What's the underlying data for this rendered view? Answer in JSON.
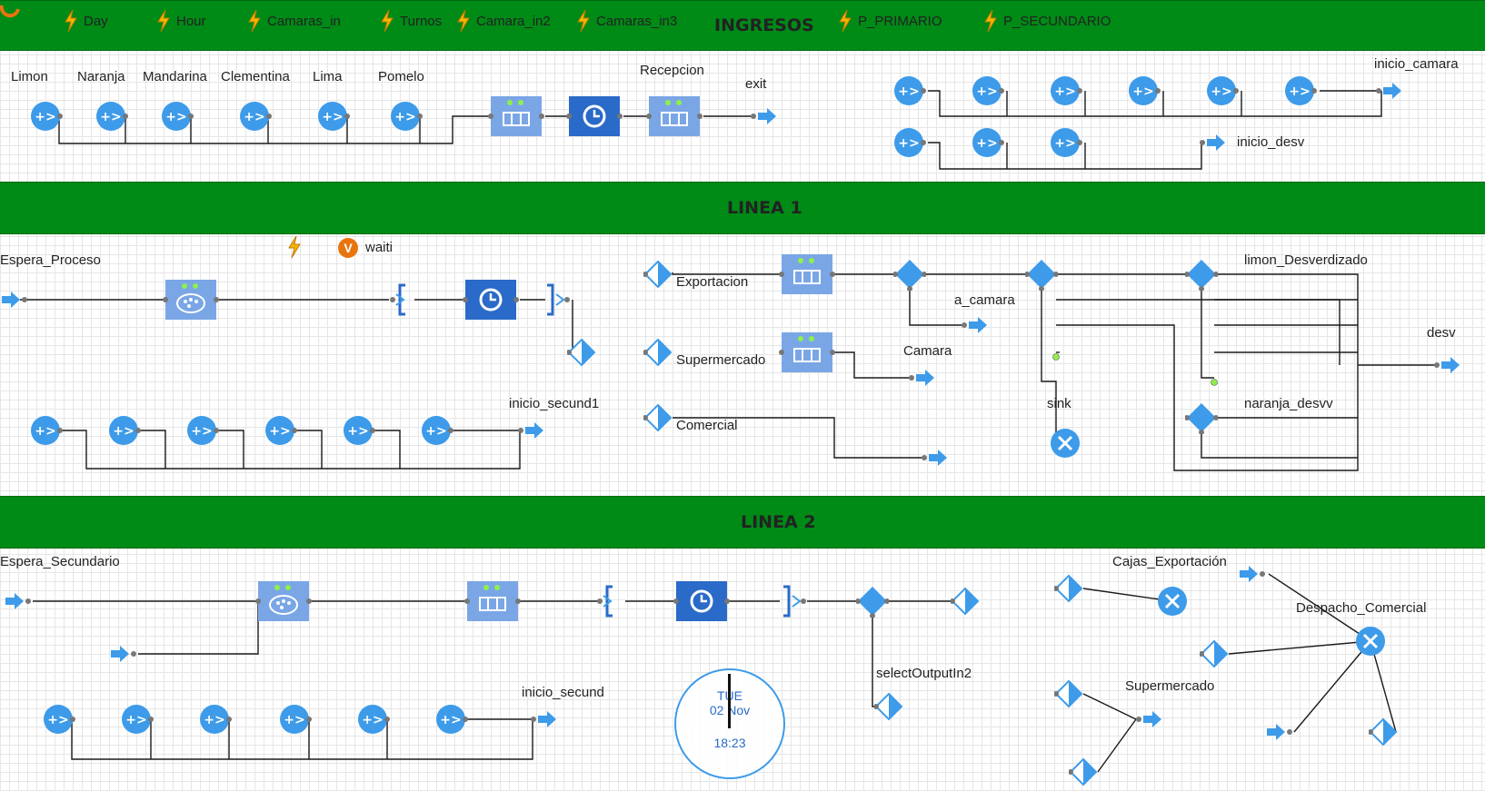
{
  "bands": {
    "ingresos": "INGRESOS",
    "linea1": "LINEA 1",
    "linea2": "LINEA 2"
  },
  "events": [
    "Day",
    "Hour",
    "Camaras_in",
    "Turnos",
    "Camara_in2",
    "Camaras_in3",
    "P_PRIMARIO",
    "P_SECUNDARIO"
  ],
  "ingresos": {
    "sources": [
      "Limon",
      "Naranja",
      "Mandarina",
      "Clementina",
      "Lima",
      "Pomelo"
    ],
    "recepcion": "Recepcion",
    "exit": "exit",
    "inicio_camara": "inicio_camara",
    "inicio_desv": "inicio_desv"
  },
  "linea1": {
    "espera": "Espera_Proceso",
    "variable": "waiti",
    "variable_icon": "V",
    "exportacion": "Exportacion",
    "supermercado": "Supermercado",
    "comercial": "Comercial",
    "a_camara": "a_camara",
    "camara": "Camara",
    "sink": "sink",
    "limon_desv": "limon_Desverdizado",
    "naranja_desv": "naranja_desvv",
    "desv": "desv",
    "inicio_secund1": "inicio_secund1"
  },
  "linea2": {
    "espera": "Espera_Secundario",
    "cajas": "Cajas_Exportación",
    "despacho": "Despacho_Comercial",
    "supermercado": "Supermercado",
    "select_output": "selectOutputIn2",
    "inicio_secund": "inicio_secund"
  },
  "clock": {
    "day": "TUE",
    "date": "02 Nov",
    "time": "18:23"
  },
  "colors": {
    "band": "#008a16",
    "node": "#3d9be9",
    "block": "#7aa6e6",
    "delay": "#2a6ac8"
  }
}
